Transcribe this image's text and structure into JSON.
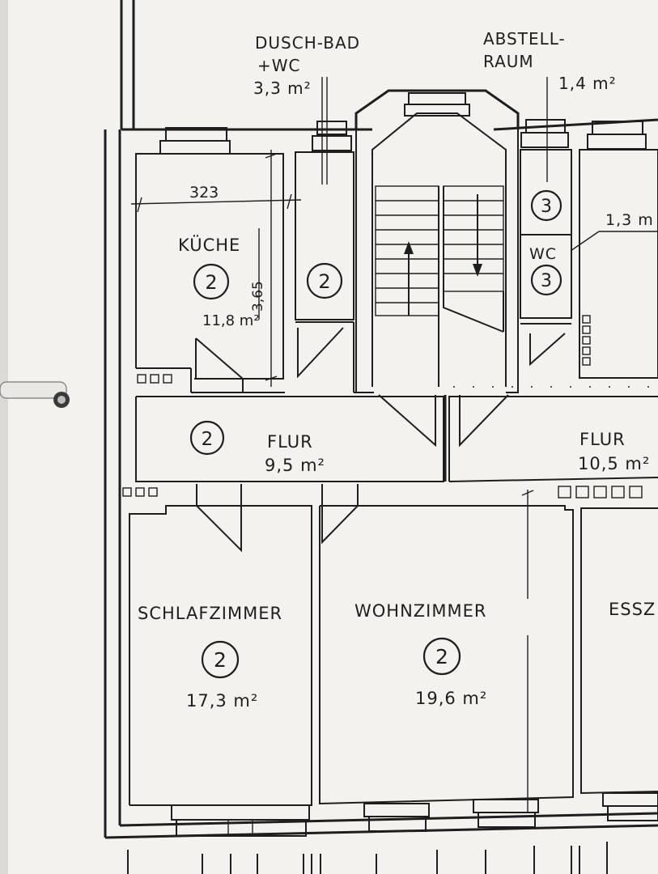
{
  "plan": {
    "dusch_bad": {
      "line1": "DUSCH-BAD",
      "line2": "+WC",
      "area": "3,3 m²"
    },
    "abstellraum": {
      "line1": "ABSTELL-",
      "line2": "RAUM",
      "area": "1,4 m²"
    },
    "right_small_area": "1,3 m",
    "kueche": {
      "name": "KÜCHE",
      "width": "323",
      "depth": "3,65",
      "area": "11,8 m²",
      "number": "2"
    },
    "shaft_number": "2",
    "wc_right": {
      "name": "WC",
      "number_top": "3",
      "number": "3"
    },
    "flur_left": {
      "name": "FLUR",
      "area": "9,5 m²",
      "number": "2"
    },
    "flur_right": {
      "name": "FLUR",
      "area": "10,5 m²"
    },
    "schlafzimmer": {
      "name": "SCHLAFZIMMER",
      "area": "17,3 m²",
      "number": "2"
    },
    "wohnzimmer": {
      "name": "WOHNZIMMER",
      "area": "19,6 m²",
      "number": "2"
    },
    "esszimmer_partial": "ESSZ"
  }
}
